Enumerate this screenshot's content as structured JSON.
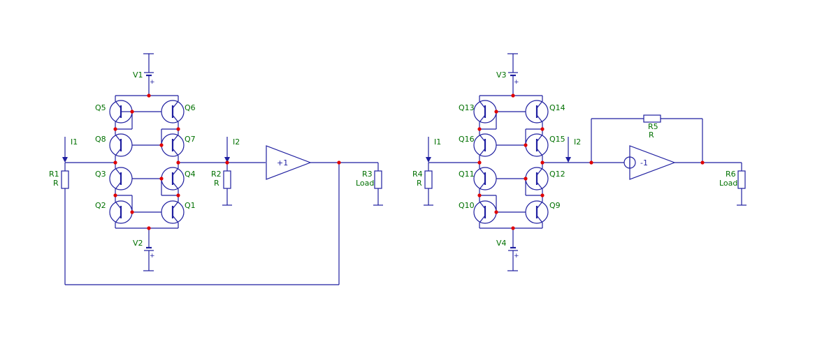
{
  "left": {
    "transistors": [
      "Q5",
      "Q6",
      "Q8",
      "Q7",
      "Q3",
      "Q4",
      "Q2",
      "Q1"
    ],
    "sources": [
      "V1",
      "V2"
    ],
    "currents": [
      "I1",
      "I2"
    ],
    "resistors": [
      {
        "name": "R1",
        "value": "R"
      },
      {
        "name": "R2",
        "value": "R"
      },
      {
        "name": "R3",
        "value": "Load"
      }
    ],
    "amplifier": "+1"
  },
  "right": {
    "transistors": [
      "Q13",
      "Q14",
      "Q16",
      "Q15",
      "Q11",
      "Q12",
      "Q10",
      "Q9"
    ],
    "sources": [
      "V3",
      "V4"
    ],
    "currents": [
      "I1",
      "I2"
    ],
    "resistors": [
      {
        "name": "R4",
        "value": "R"
      },
      {
        "name": "R5",
        "value": "R"
      },
      {
        "name": "R6",
        "value": "Load"
      }
    ],
    "amplifier": "-1"
  },
  "plus_mark": "+"
}
